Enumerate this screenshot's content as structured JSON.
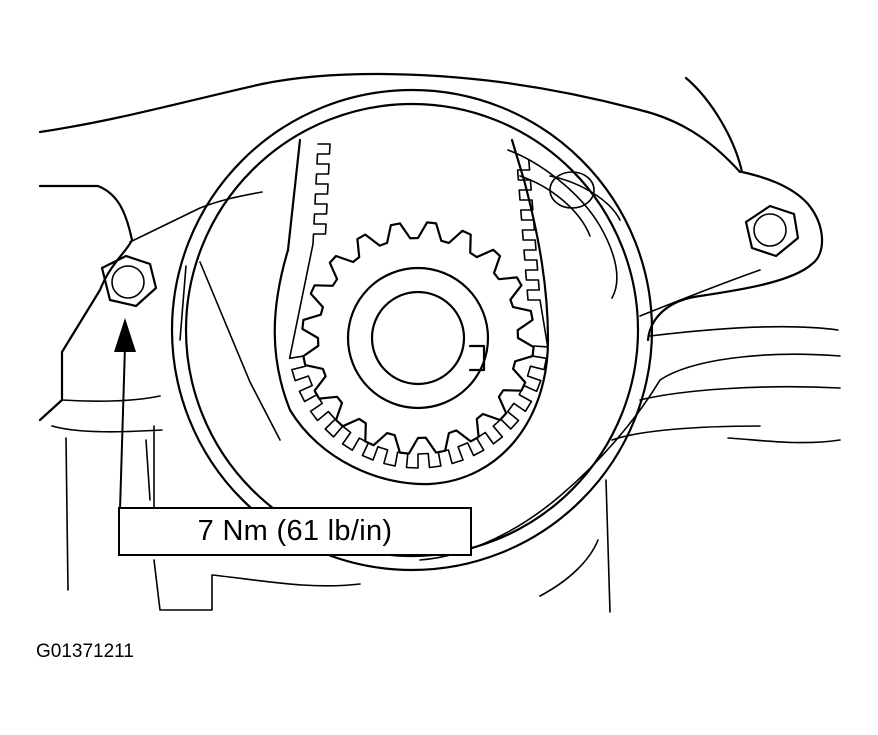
{
  "callout": {
    "torque_label": "7 Nm (61 lb/in)"
  },
  "figure": {
    "id_label": "G01371211"
  },
  "colors": {
    "line": "#000000",
    "background": "#ffffff"
  },
  "parts": {
    "sprocket_teeth": 20,
    "belt_teeth_visible": 26
  }
}
